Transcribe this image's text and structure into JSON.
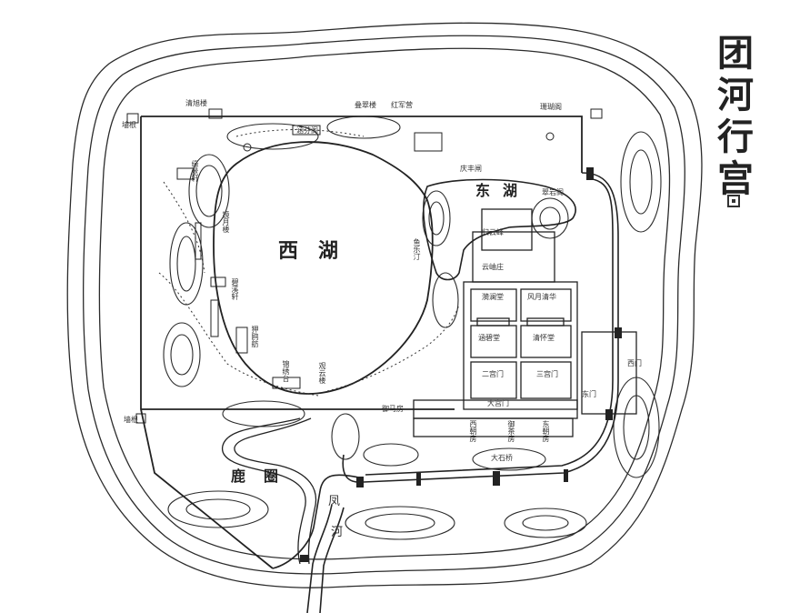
{
  "title": [
    "团",
    "河",
    "行",
    "宫"
  ],
  "areas": {
    "west_lake": [
      "西",
      "湖"
    ],
    "east_lake": [
      "东",
      "湖"
    ],
    "deer_park": [
      "鹿",
      "圈"
    ],
    "river": [
      "凤",
      "河"
    ]
  },
  "labels": {
    "n1": "清旭楼",
    "n2": "涵芬阁",
    "n3": "叠翠楼",
    "n4": "红军营",
    "n5": "庆丰闸",
    "n6": "珊瑚阁",
    "w1": "缘景轩",
    "w2": "镜月楼",
    "w3": "碧溪轩",
    "w4": "狎鸥舫",
    "s1": "锦绣台",
    "s2": "观云楼",
    "e1": "漪澜堂",
    "e2": "风月清华",
    "e3": "涵碧堂",
    "e4": "清怀堂",
    "e5": "二宫门",
    "e6": "三宫门",
    "e7": "大宫门",
    "e8": "东朝房",
    "e9": "西朝房",
    "e10": "御茶房",
    "e11": "大石桥",
    "e12": "御马房",
    "e13": "东门",
    "e14": "鱼乐汀",
    "e15": "归云峰",
    "e16": "翠岩阁",
    "e17": "云岫庄",
    "g1": "墙根",
    "g2": "墙根",
    "g3": "西门"
  }
}
